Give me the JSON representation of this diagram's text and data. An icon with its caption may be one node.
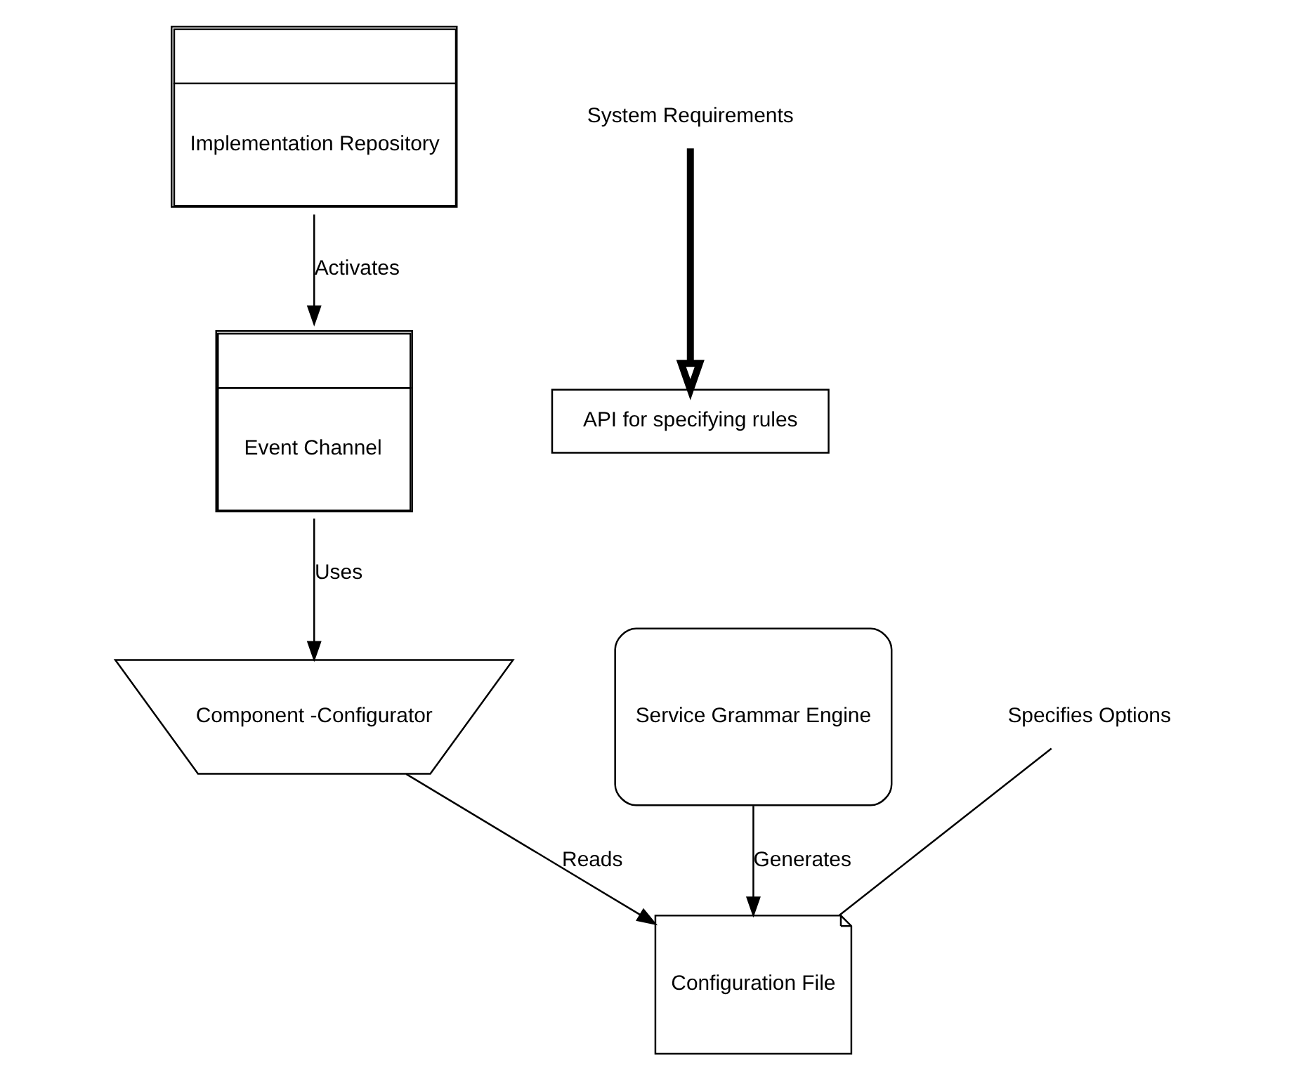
{
  "diagram": {
    "nodes": [
      {
        "text": [
          "Implementation Repository"
        ]
      },
      {
        "text": [
          "Event Channel"
        ]
      },
      {
        "text": [
          "System Requirements"
        ]
      },
      {
        "text": [
          "API for specifying rules"
        ]
      },
      {
        "text": [
          "Service Grammar Engine"
        ]
      },
      {
        "text": [
          "Component -Configurator"
        ]
      },
      {
        "text": [
          "Configuration File"
        ]
      },
      {
        "text": [
          "Specifies Options"
        ]
      }
    ],
    "edges": [
      {
        "from": 0,
        "to": 1,
        "arrow": "to",
        "label": "Activates"
      },
      {
        "from": 1,
        "to": 5,
        "arrow": "to",
        "label": "Uses"
      },
      {
        "from": 2,
        "to": 3,
        "arrow": "to",
        "style": "thick"
      },
      {
        "from": 4,
        "to": 6,
        "arrow": "to",
        "label": "Generates"
      },
      {
        "from": 5,
        "to": 6,
        "arrow": "to",
        "label": "Reads"
      },
      {
        "from": 7,
        "to": 6,
        "arrow": "none"
      }
    ]
  }
}
